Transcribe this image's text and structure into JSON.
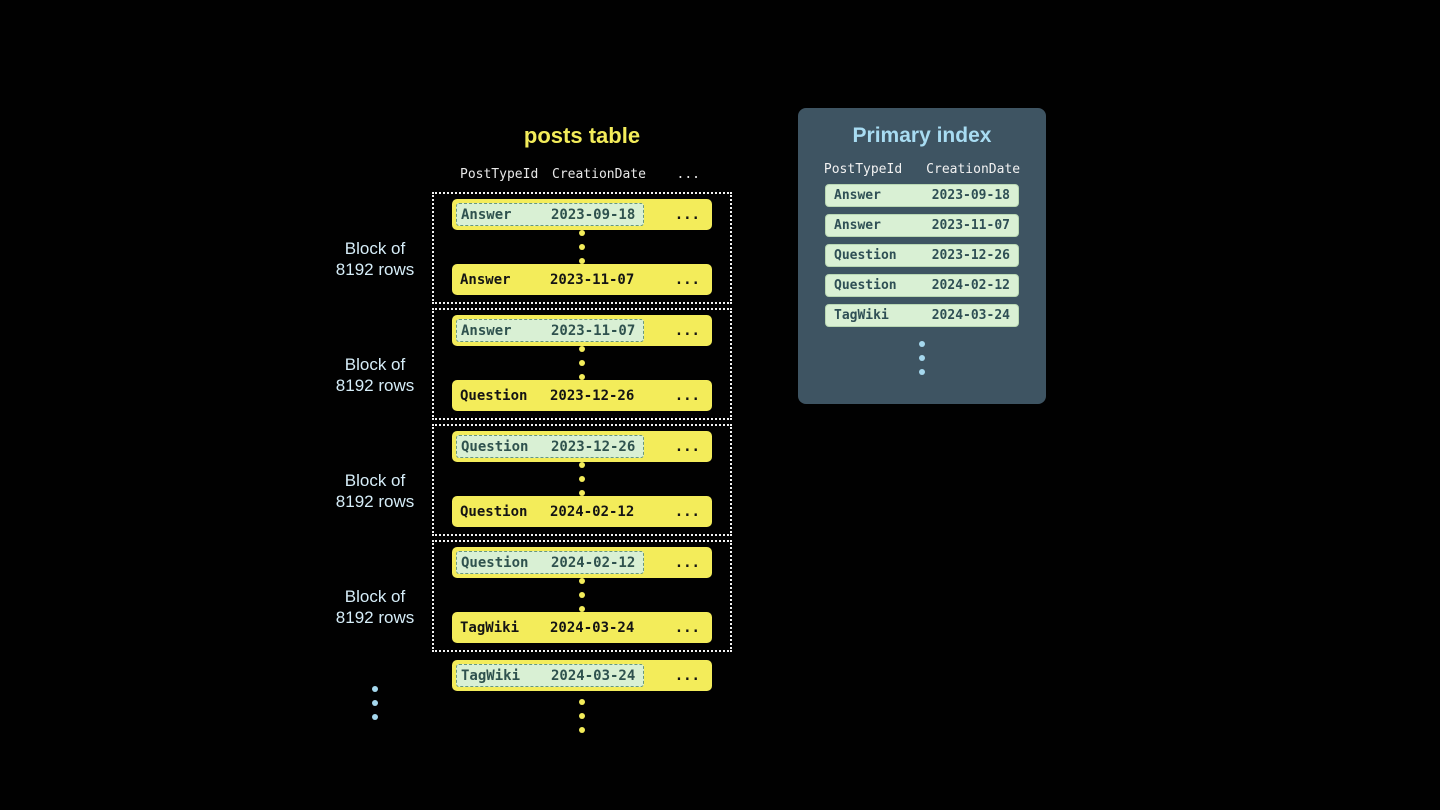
{
  "posts_table": {
    "title": "posts table",
    "columns": [
      "PostTypeId",
      "CreationDate",
      "..."
    ],
    "blocks": [
      {
        "label1": "Block of",
        "label2": "8192 rows",
        "first": {
          "type": "Answer",
          "date": "2023-09-18",
          "more": "..."
        },
        "last": {
          "type": "Answer",
          "date": "2023-11-07",
          "more": "..."
        }
      },
      {
        "label1": "Block of",
        "label2": "8192 rows",
        "first": {
          "type": "Answer",
          "date": "2023-11-07",
          "more": "..."
        },
        "last": {
          "type": "Question",
          "date": "2023-12-26",
          "more": "..."
        }
      },
      {
        "label1": "Block of",
        "label2": "8192 rows",
        "first": {
          "type": "Question",
          "date": "2023-12-26",
          "more": "..."
        },
        "last": {
          "type": "Question",
          "date": "2024-02-12",
          "more": "..."
        }
      },
      {
        "label1": "Block of",
        "label2": "8192 rows",
        "first": {
          "type": "Question",
          "date": "2024-02-12",
          "more": "..."
        },
        "last": {
          "type": "TagWiki",
          "date": "2024-03-24",
          "more": "..."
        }
      }
    ],
    "tail_row": {
      "type": "TagWiki",
      "date": "2024-03-24",
      "more": "..."
    }
  },
  "primary_index": {
    "title": "Primary index",
    "columns": [
      "PostTypeId",
      "CreationDate"
    ],
    "rows": [
      {
        "type": "Answer",
        "date": "2023-09-18"
      },
      {
        "type": "Answer",
        "date": "2023-11-07"
      },
      {
        "type": "Question",
        "date": "2023-12-26"
      },
      {
        "type": "Question",
        "date": "2024-02-12"
      },
      {
        "type": "TagWiki",
        "date": "2024-03-24"
      }
    ]
  },
  "colors": {
    "background": "#000000",
    "row_yellow": "#f3ec5a",
    "highlight_mint": "#d9f0d4",
    "panel_bg": "#3e5462",
    "panel_title": "#a8dcf2",
    "block_label": "#d6edf8",
    "table_title": "#f3ec5a",
    "dot_yellow": "#f3ec5a",
    "dot_blue": "#a5d8ee",
    "block_border": "#f2f2f2"
  }
}
